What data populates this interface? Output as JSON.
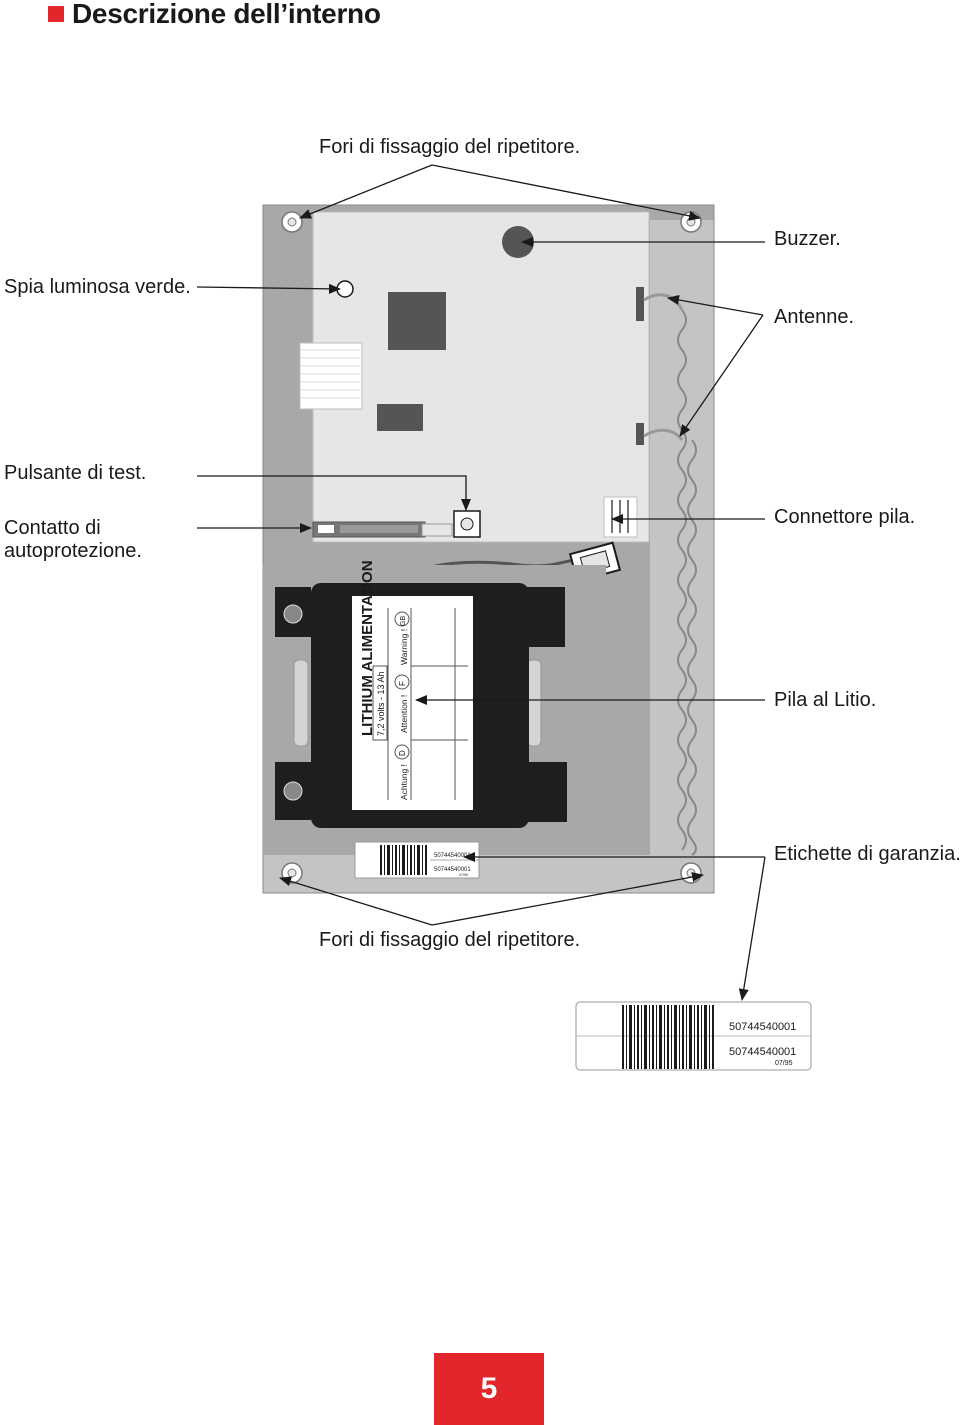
{
  "header": {
    "title": "Descrizione dell’interno"
  },
  "labels": {
    "fixing_holes_top": "Fori di fissaggio del ripetitore.",
    "buzzer": "Buzzer.",
    "green_led": "Spia luminosa verde.",
    "antennas": "Antenne.",
    "test_button": "Pulsante di test.",
    "tamper_contact_line1": "Contatto di",
    "tamper_contact_line2": "autoprotezione.",
    "battery_connector": "Connettore pila.",
    "lithium_battery": "Pila al Litio.",
    "warranty_labels": "Etichette di garanzia.",
    "fixing_holes_bottom": "Fori di fissaggio del ripetitore."
  },
  "battery": {
    "brand": "LITHIUM ALIMENTATION",
    "spec": "7,2 volts - 13  Ah",
    "warn_d": "Achtung !",
    "flag_d": "D",
    "warn_f": "Attention !",
    "flag_f": "F",
    "warn_gb": "Warning !",
    "flag_gb": "GB"
  },
  "warranty_label": {
    "code_1": "50744540001",
    "code_2": "50744540001",
    "date": "07/95"
  },
  "page": {
    "number": "5"
  },
  "colors": {
    "accent": "#e3262b",
    "board": "#e6e6e6",
    "case": "#a8a8a8",
    "chip": "#555555",
    "battery": "#1e1e1e"
  }
}
